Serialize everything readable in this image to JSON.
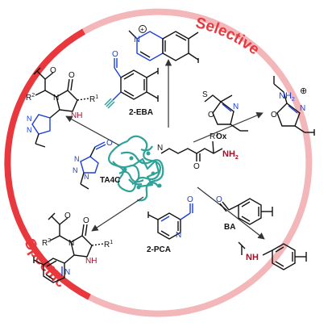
{
  "ring": {
    "selective_label": "Selective",
    "specific_label": "Specific",
    "selective_color": "#f2b9bc",
    "specific_color": "#e8383d"
  },
  "center": {
    "r1": "R",
    "r1_sup": "1",
    "nh2": "NH",
    "nh2_sub": "2",
    "protein_color": "#2fa39a"
  },
  "reagents": {
    "eba": {
      "label": "2-EBA",
      "o": "O"
    },
    "ox": {
      "label": "Ox",
      "s": "S",
      "o": "O",
      "n": "N"
    },
    "ba": {
      "label": "BA",
      "o": "O"
    },
    "pca": {
      "label": "2-PCA",
      "n": "N",
      "o": "O"
    },
    "ta4c": {
      "label": "TA4C",
      "n1": "N",
      "n2": "N",
      "n3": "N",
      "o": "O"
    }
  },
  "products": {
    "isoquinolinium": {
      "n": "N",
      "charge": "+"
    },
    "oxazoline": {
      "nh2": "NH",
      "nh2_sub": "2",
      "charge": "⊕",
      "o": "O",
      "n": "N"
    },
    "amine": {
      "nh": "NH"
    },
    "imidazolidinone_pca": {
      "o1": "O",
      "o2": "O",
      "r2": "R",
      "r2_sup": "2",
      "r1": "R",
      "r1_sup": "1",
      "n1": "N",
      "nh": "NH",
      "n2": "N"
    },
    "imidazolidinone_ta": {
      "o1": "O",
      "o2": "O",
      "r2": "R",
      "r2_sup": "2",
      "r1": "R",
      "r1_sup": "1",
      "n1": "N",
      "nh": "NH",
      "n3": "N",
      "n4": "N"
    }
  },
  "colors": {
    "blue": "#1b3fd6",
    "dark_red": "#a0122a",
    "teal": "#2aa0a0",
    "ink": "#111111",
    "arrow": "#333333"
  }
}
